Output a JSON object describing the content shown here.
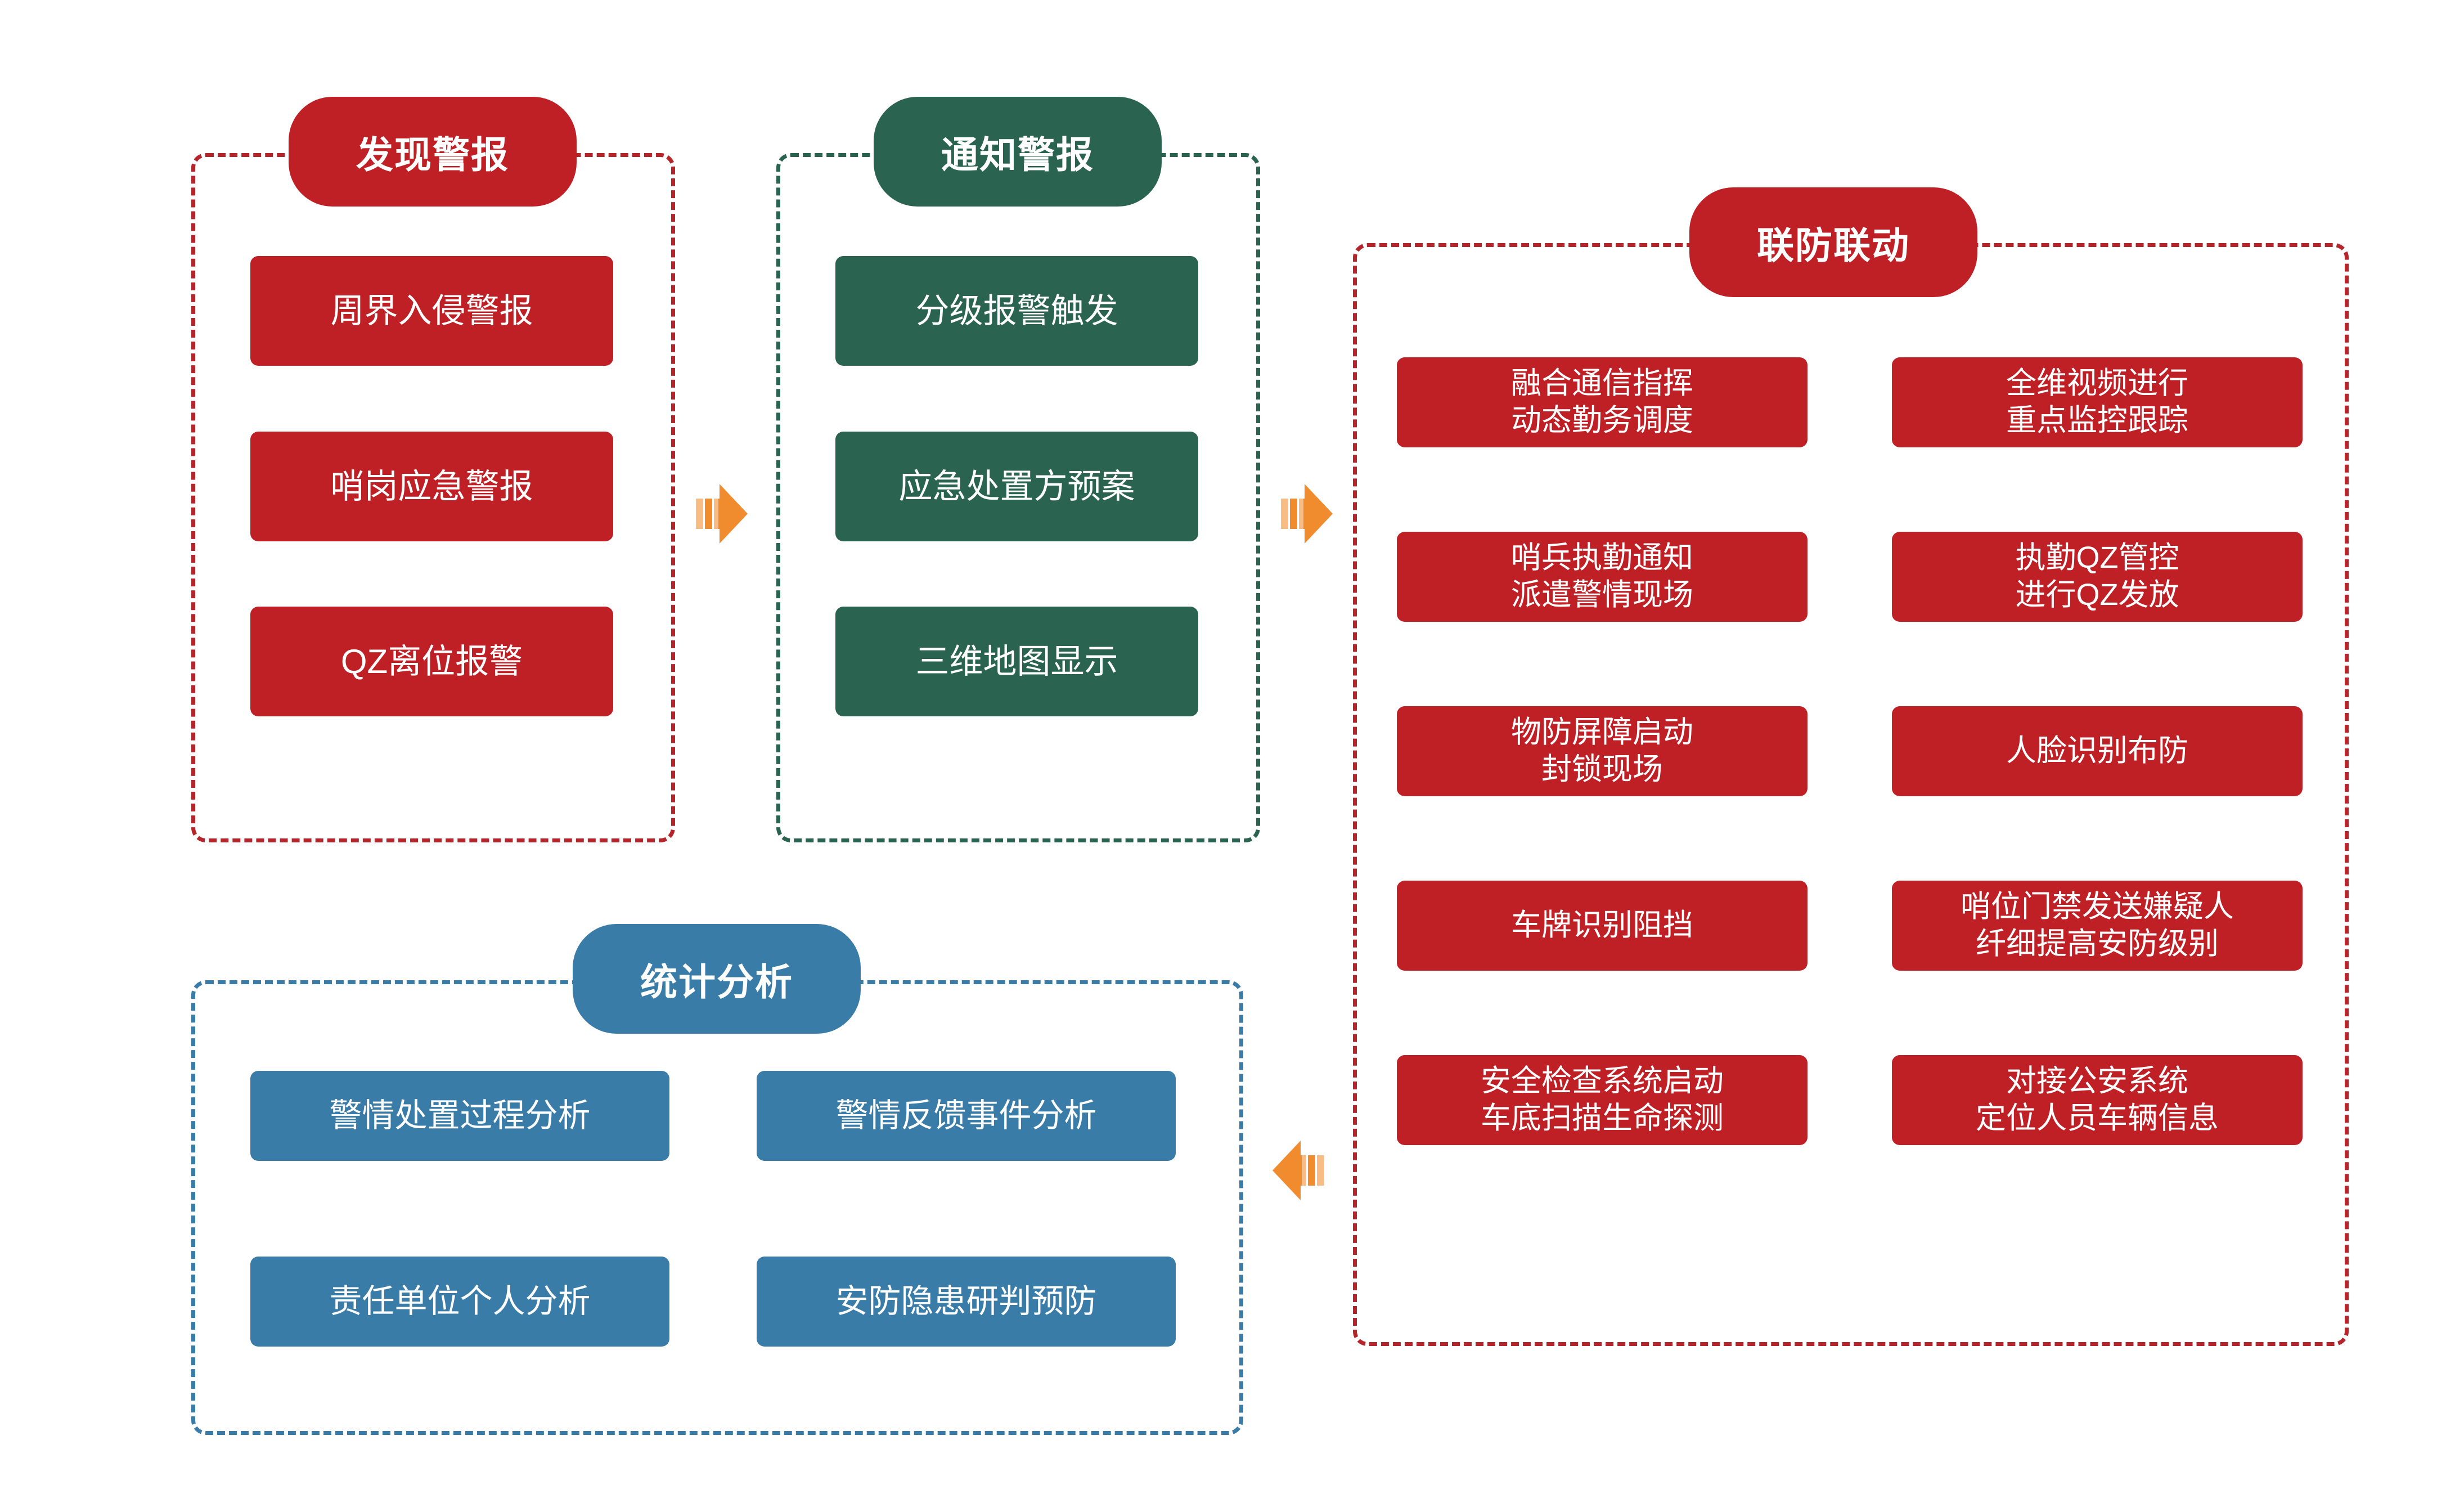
{
  "diagram": {
    "title_hidden": "",
    "colors": {
      "red": "#BE2026",
      "red_dash": "#B5262C",
      "green": "#2A6450",
      "blue": "#3A7CA8",
      "arrow_orange": "#F08C2E",
      "arrow_orange_light": "#F7BD85",
      "text_on_fill": "#FFFFFF",
      "background": "#FFFFFF"
    }
  },
  "sections": {
    "discover": {
      "title": "发现警报",
      "color": "red",
      "cards": [
        {
          "line1": "周界入侵警报"
        },
        {
          "line1": "哨岗应急警报"
        },
        {
          "line1": "QZ离位报警"
        }
      ]
    },
    "notify": {
      "title": "通知警报",
      "color": "green",
      "cards": [
        {
          "line1": "分级报警触发"
        },
        {
          "line1": "应急处置方预案"
        },
        {
          "line1": "三维地图显示"
        }
      ]
    },
    "joint_defense": {
      "title": "联防联动",
      "color": "red",
      "cards_left": [
        {
          "line1": "融合通信指挥",
          "line2": "动态勤务调度"
        },
        {
          "line1": "哨兵执勤通知",
          "line2": "派遣警情现场"
        },
        {
          "line1": "物防屏障启动",
          "line2": "封锁现场"
        },
        {
          "line1": "车牌识别阻挡",
          "line2": ""
        },
        {
          "line1": "安全检查系统启动",
          "line2": "车底扫描生命探测"
        }
      ],
      "cards_right": [
        {
          "line1": "全维视频进行",
          "line2": "重点监控跟踪"
        },
        {
          "line1": "执勤QZ管控",
          "line2": "进行QZ发放"
        },
        {
          "line1": "人脸识别布防",
          "line2": ""
        },
        {
          "line1": "哨位门禁发送嫌疑人",
          "line2": "纤细提高安防级别"
        },
        {
          "line1": "对接公安系统",
          "line2": "定位人员车辆信息"
        }
      ]
    },
    "statistics": {
      "title": "统计分析",
      "color": "blue",
      "cards": [
        {
          "line1": "警情处置过程分析"
        },
        {
          "line1": "警情反馈事件分析"
        },
        {
          "line1": "责任单位个人分析"
        },
        {
          "line1": "安防隐患研判预防"
        }
      ]
    }
  },
  "arrows": [
    {
      "name": "arrow-discover-to-notify",
      "direction": "right"
    },
    {
      "name": "arrow-notify-to-joint",
      "direction": "right"
    },
    {
      "name": "arrow-joint-to-statistics",
      "direction": "left"
    }
  ]
}
